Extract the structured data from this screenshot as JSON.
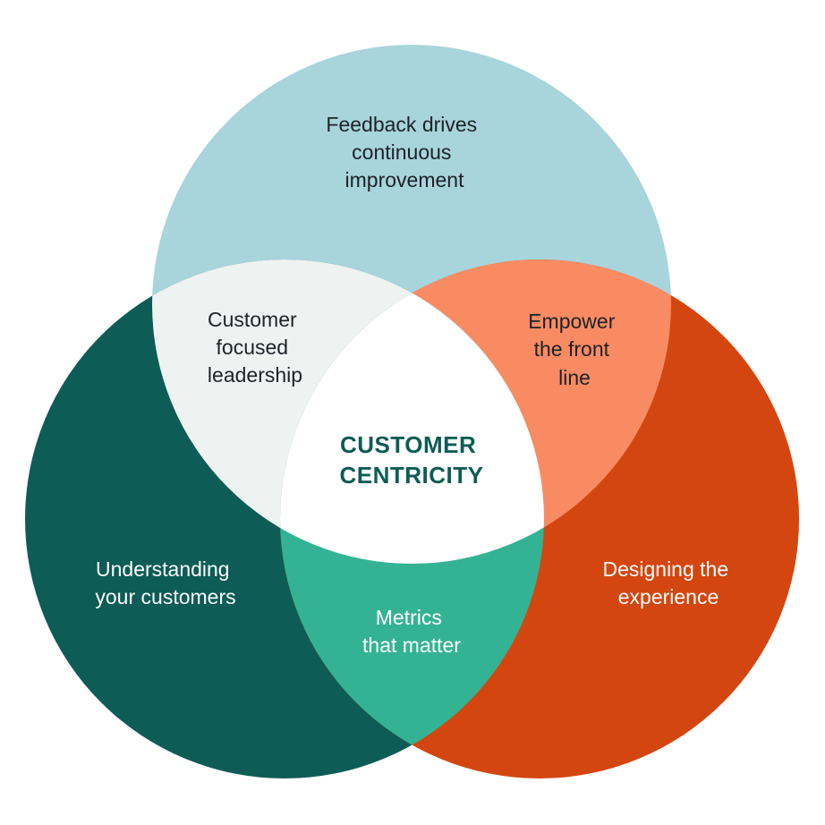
{
  "diagram": {
    "colors": {
      "top": "#a8d4dc",
      "left": "#0d5c55",
      "right": "#d4460f",
      "top_left": "#eef3f2",
      "top_right": "#f98b63",
      "left_right": "#33b394",
      "center": "#ffffff",
      "dark_text": "#1d2226",
      "light_text": "#ffffff",
      "center_text": "#0d5c55"
    },
    "top_circle": {
      "lines": [
        "Feedback drives",
        "continuous",
        "improvement"
      ]
    },
    "left_circle": {
      "lines": [
        "Understanding",
        "your customers"
      ]
    },
    "right_circle": {
      "lines": [
        "Designing the",
        "experience"
      ]
    },
    "top_left_overlap": {
      "lines": [
        "Customer",
        "focused",
        "leadership"
      ]
    },
    "top_right_overlap": {
      "lines": [
        "Empower",
        "the front",
        "line"
      ]
    },
    "left_right_overlap": {
      "lines": [
        "Metrics",
        "that matter"
      ]
    },
    "center": {
      "lines": [
        "CUSTOMER",
        "CENTRICITY"
      ]
    }
  }
}
